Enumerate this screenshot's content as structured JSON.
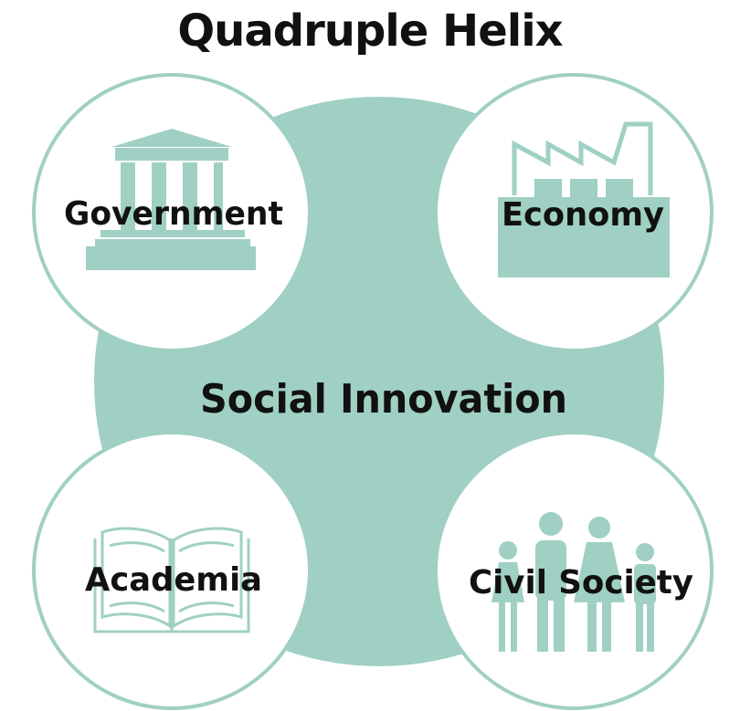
{
  "title": "Quadruple Helix",
  "center_label": "Social Innovation",
  "sectors": {
    "government": "Government",
    "economy": "Economy",
    "academia": "Academia",
    "civil_society": "Civil Society"
  },
  "colors": {
    "accent": "#9fd0c3",
    "outline": "#9fd0c3",
    "circle_fill": "#ffffff",
    "text": "#111111"
  },
  "icons": {
    "government": "building-columns-icon",
    "economy": "factory-icon",
    "academia": "open-book-icon",
    "civil_society": "family-icon"
  }
}
